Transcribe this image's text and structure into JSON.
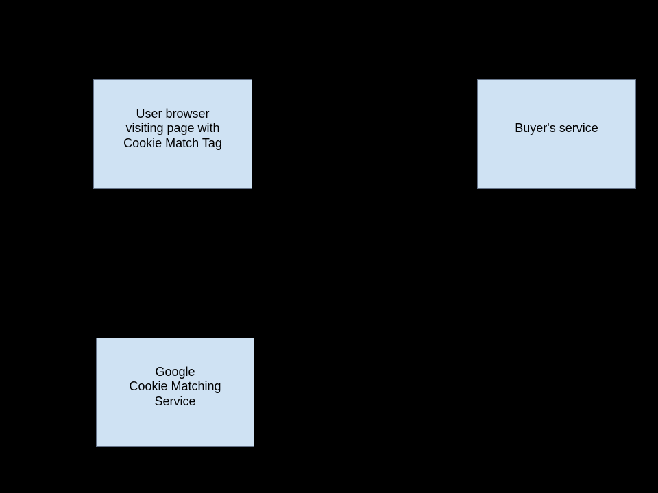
{
  "diagram": {
    "type": "flow-diagram",
    "background": "#000000",
    "nodes": [
      {
        "id": "user-browser",
        "label": "User browser\nvisiting page with\nCookie Match Tag"
      },
      {
        "id": "buyers-service",
        "label": "Buyer's service"
      },
      {
        "id": "google-cookie-matching-service",
        "label": "Google\nCookie Matching\nService"
      }
    ]
  },
  "colors": {
    "node-fill": "#cfe2f3",
    "node-border": "#67758a",
    "node-text": "#000000",
    "background": "#000000"
  }
}
